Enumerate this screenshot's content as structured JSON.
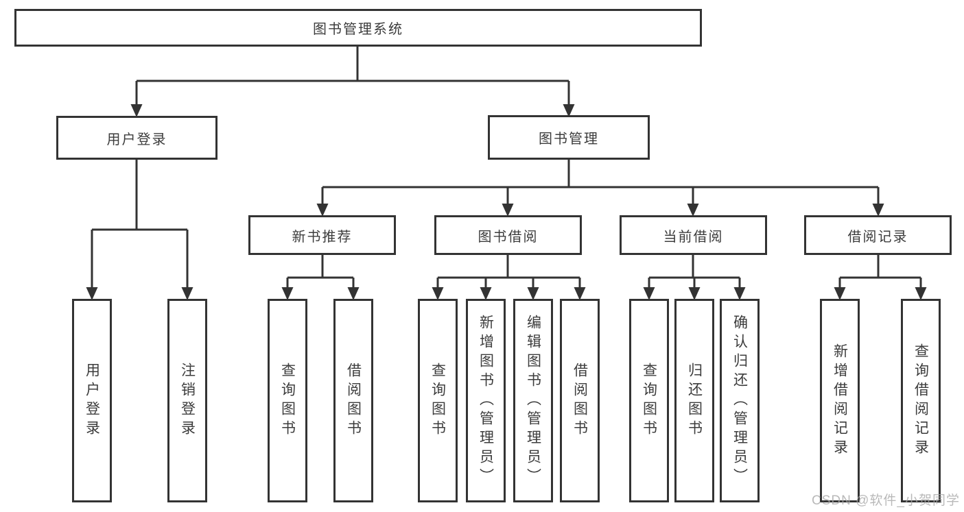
{
  "diagram": {
    "title": "图书管理系统",
    "root": {
      "label": "图书管理系统"
    },
    "branches": [
      {
        "label": "用户登录",
        "children": [
          {
            "label": "用户登录"
          },
          {
            "label": "注销登录"
          }
        ]
      },
      {
        "label": "图书管理",
        "children": [
          {
            "label": "新书推荐",
            "children": [
              {
                "label": "查询图书"
              },
              {
                "label": "借阅图书"
              }
            ]
          },
          {
            "label": "图书借阅",
            "children": [
              {
                "label": "查询图书"
              },
              {
                "label": "新增图书（管理员）"
              },
              {
                "label": "编辑图书（管理员）"
              },
              {
                "label": "借阅图书"
              }
            ]
          },
          {
            "label": "当前借阅",
            "children": [
              {
                "label": "查询图书"
              },
              {
                "label": "归还图书"
              },
              {
                "label": "确认归还（管理员）"
              }
            ]
          },
          {
            "label": "借阅记录",
            "children": [
              {
                "label": "新增借阅记录"
              },
              {
                "label": "查询借阅记录"
              }
            ]
          }
        ]
      }
    ]
  },
  "watermark": {
    "text": "CSDN @软件_小贺同学"
  },
  "colors": {
    "line": "#333333",
    "border": "#333333",
    "text": "#3c3c3c",
    "watermark": "#a8a8a8",
    "background": "#ffffff"
  }
}
